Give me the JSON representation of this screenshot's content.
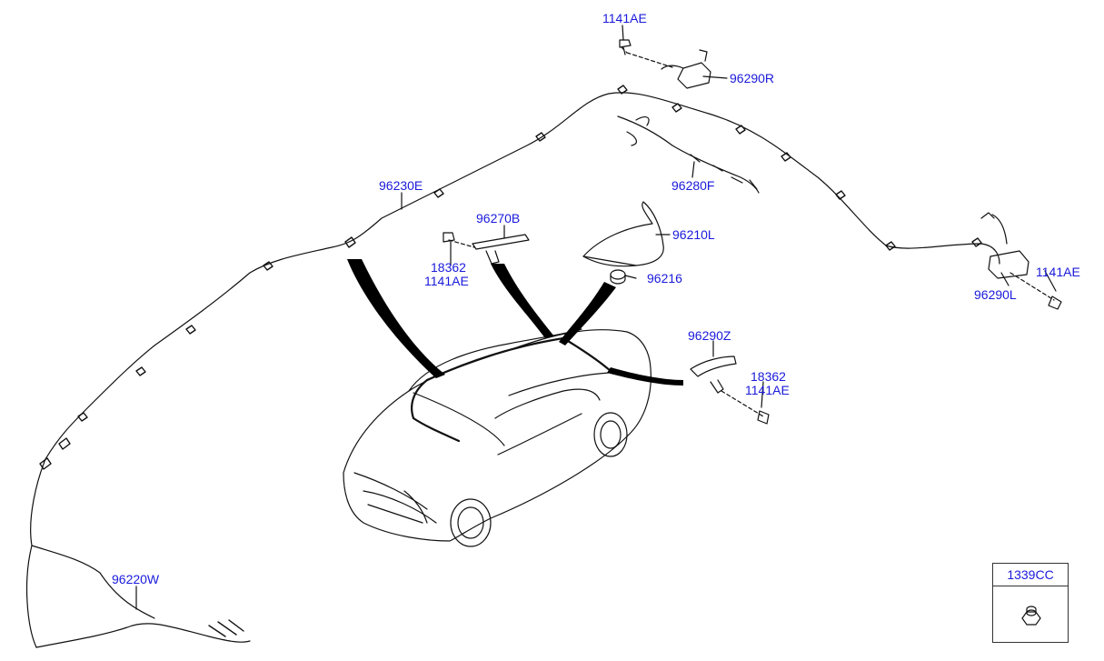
{
  "callouts": {
    "p1141ae_top": "1141AE",
    "p96290r": "96290R",
    "p96280f": "96280F",
    "p96230e": "96230E",
    "p96270b": "96270B",
    "p96210l": "96210L",
    "p18362_a": "18362",
    "p1141ae_a": "1141AE",
    "p96216": "96216",
    "p1141ae_right": "1141AE",
    "p96290l": "96290L",
    "p96290z": "96290Z",
    "p18362_b": "18362",
    "p1141ae_b": "1141AE",
    "p96220w": "96220W"
  },
  "legend": {
    "part_number": "1339CC",
    "icon": "nut-icon"
  },
  "colors": {
    "label": "#1a1adb",
    "line": "#111111"
  }
}
